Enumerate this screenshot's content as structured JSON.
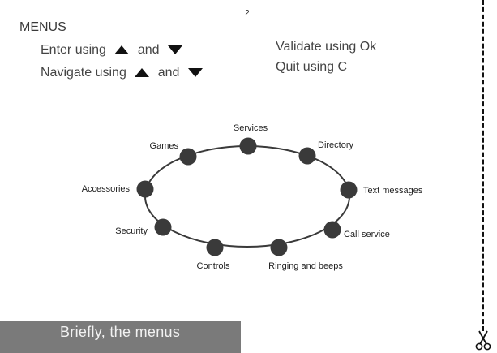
{
  "page_number": "2",
  "menus_title": "MENUS",
  "instructions": {
    "enter_prefix": "Enter using",
    "enter_and": "and",
    "navigate_prefix": "Navigate using",
    "navigate_and": "and",
    "validate": "Validate using Ok",
    "quit": "Quit using C"
  },
  "diagram": {
    "nodes": [
      {
        "id": "services",
        "label": "Services"
      },
      {
        "id": "directory",
        "label": "Directory"
      },
      {
        "id": "text-messages",
        "label": "Text messages"
      },
      {
        "id": "call-service",
        "label": "Call service"
      },
      {
        "id": "ringing-and-beeps",
        "label": "Ringing and beeps"
      },
      {
        "id": "controls",
        "label": "Controls"
      },
      {
        "id": "security",
        "label": "Security"
      },
      {
        "id": "accessories",
        "label": "Accessories"
      },
      {
        "id": "games",
        "label": "Games"
      }
    ]
  },
  "footer_title": "Briefly, the menus",
  "icons": {
    "up_arrow": "triangle-up-icon",
    "down_arrow": "triangle-down-icon",
    "scissors": "scissors-icon"
  },
  "colors": {
    "footer_bg": "#7a7a7a",
    "node_fill": "#3a3a3a"
  }
}
